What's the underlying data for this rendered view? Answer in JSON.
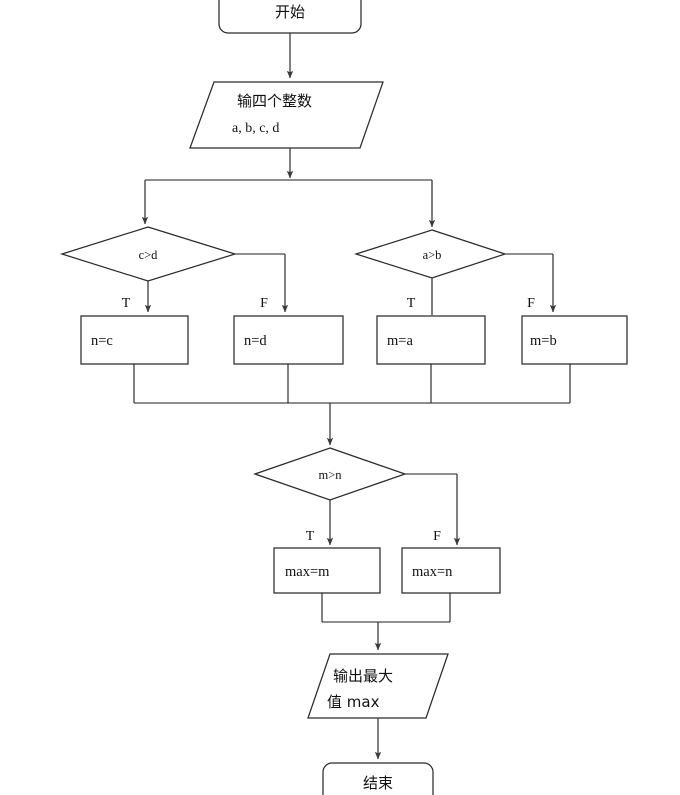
{
  "diagram": {
    "title": "flowchart-max-of-four-integers",
    "stroke_color": "#2b2b2b",
    "connector_color": "#3a3a3a",
    "background": "#ffffff",
    "nodes": {
      "start": {
        "label": "开始",
        "shape": "terminator"
      },
      "input": {
        "label_line1": "输四个整数",
        "label_line2": "a, b, c, d",
        "shape": "parallelogram"
      },
      "decision_cd": {
        "label": "c>d",
        "shape": "diamond"
      },
      "decision_ab": {
        "label": "a>b",
        "shape": "diamond"
      },
      "proc_nc": {
        "label": "n=c",
        "shape": "process"
      },
      "proc_nd": {
        "label": "n=d",
        "shape": "process"
      },
      "proc_ma": {
        "label": "m=a",
        "shape": "process"
      },
      "proc_mb": {
        "label": "m=b",
        "shape": "process"
      },
      "decision_mn": {
        "label": "m>n",
        "shape": "diamond"
      },
      "proc_maxm": {
        "label": "max=m",
        "shape": "process"
      },
      "proc_maxn": {
        "label": "max=n",
        "shape": "process"
      },
      "output": {
        "label_line1": "输出最大",
        "label_line2": "值 max",
        "shape": "parallelogram"
      },
      "end": {
        "label": "结束",
        "shape": "terminator"
      }
    },
    "branch_labels": {
      "cd_true": "T",
      "cd_false": "F",
      "ab_true": "T",
      "ab_false": "F",
      "mn_true": "T",
      "mn_false": "F"
    }
  }
}
